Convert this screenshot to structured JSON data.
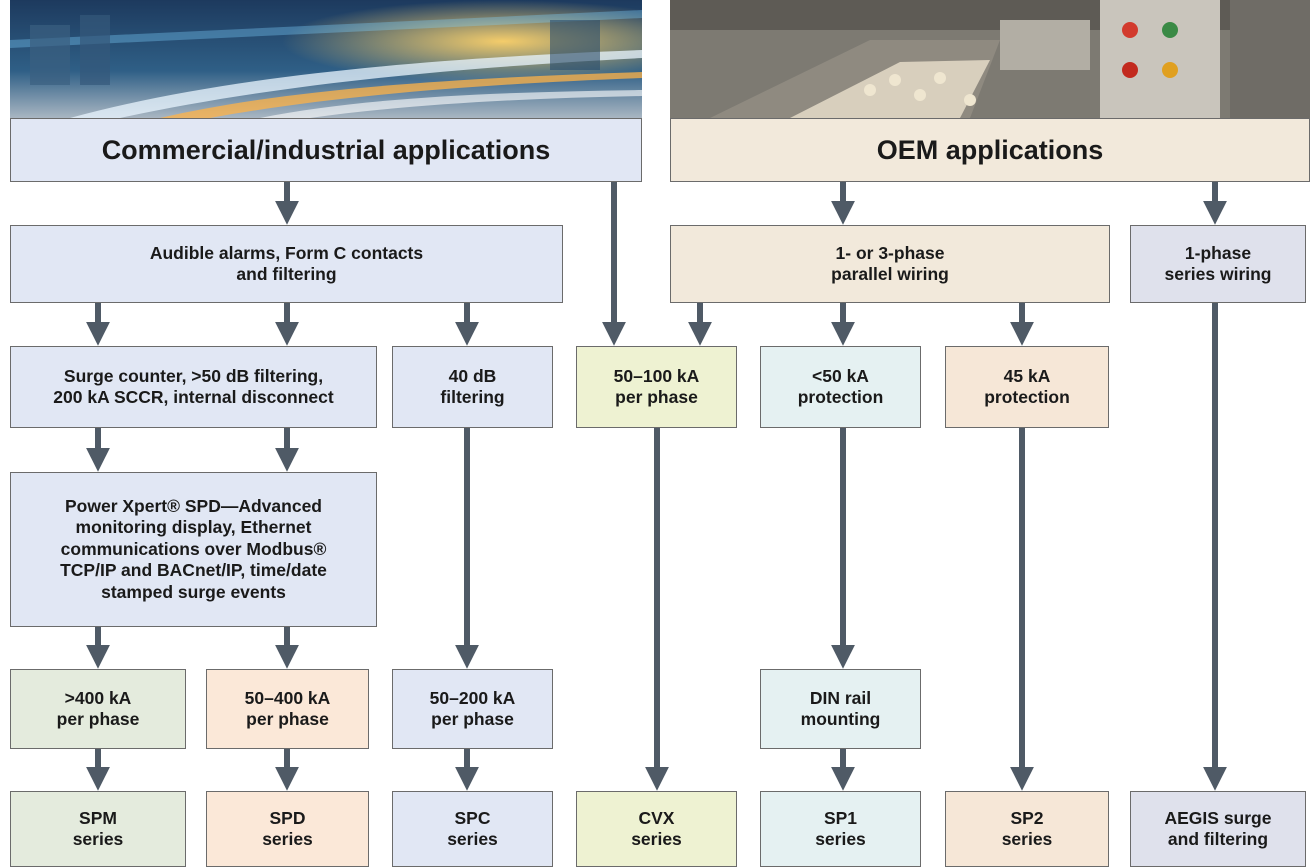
{
  "headers": {
    "commercial": "Commercial/industrial applications",
    "oem": "OEM applications"
  },
  "nodes": {
    "alarms": "Audible alarms, Form C contacts\nand filtering",
    "parallel": "1- or 3-phase\nparallel wiring",
    "series_wiring": "1-phase\nseries wiring",
    "surge_counter": "Surge counter, >50 dB filtering,\n200 kA SCCR, internal disconnect",
    "filter40": "40 dB\nfiltering",
    "ka50_100": "50–100 kA\nper phase",
    "lt50": "<50 kA\nprotection",
    "ka45": "45 kA\nprotection",
    "power_xpert": "Power Xpert® SPD—Advanced\nmonitoring display, Ethernet\ncommunications over Modbus®\nTCP/IP and BACnet/IP, time/date\nstamped surge events",
    "gt400": ">400 kA\nper phase",
    "ka50_400": "50–400 kA\nper phase",
    "ka50_200": "50–200 kA\nper phase",
    "din_rail": "DIN rail\nmounting"
  },
  "products": {
    "spm": "SPM\nseries",
    "spd": "SPD\nseries",
    "spc": "SPC\nseries",
    "cvx": "CVX\nseries",
    "sp1": "SP1\nseries",
    "sp2": "SP2\nseries",
    "aegis": "AEGIS surge\nand filtering"
  },
  "colors": {
    "arrow": "#4f5a66",
    "commercial_header": "#e1e7f4",
    "oem_header": "#f2e9db"
  }
}
